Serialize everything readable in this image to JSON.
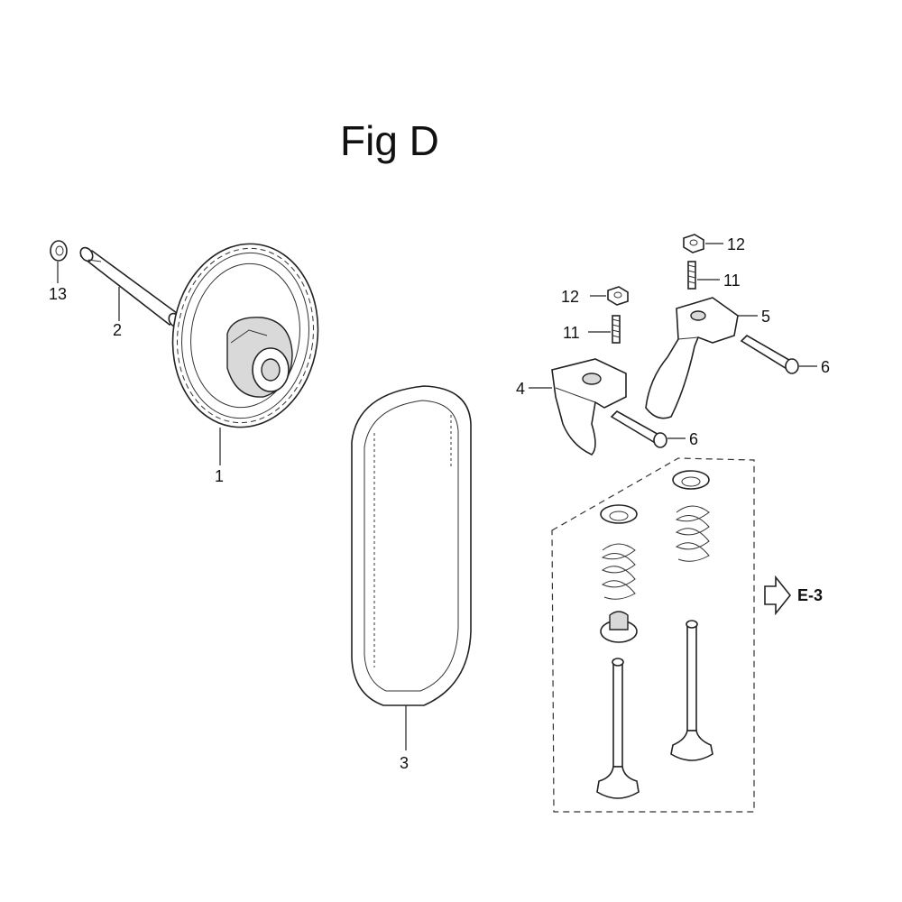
{
  "figure": {
    "title": "Fig D",
    "reference_label": "E-3"
  },
  "callouts": {
    "p1": "1",
    "p2": "2",
    "p3": "3",
    "p4": "4",
    "p5": "5",
    "p6a": "6",
    "p6b": "6",
    "p11a": "11",
    "p11b": "11",
    "p12a": "12",
    "p12b": "12",
    "p13": "13"
  }
}
